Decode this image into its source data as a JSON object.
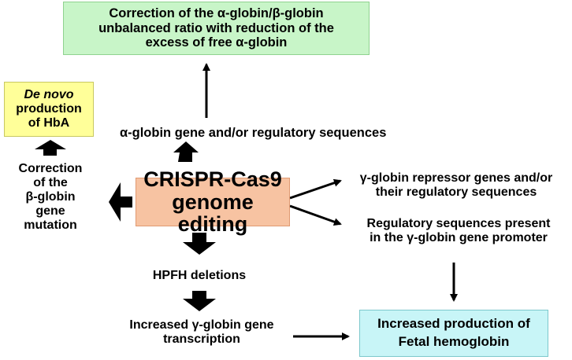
{
  "boxes": {
    "top_outcome": [
      "Correction of the α-globin/β-globin",
      "unbalanced ratio with reduction of the",
      "excess of free α-globin"
    ],
    "de_novo": {
      "line1": "De novo",
      "line2": "production",
      "line3": "of HbA"
    },
    "crispr": [
      "CRISPR-Cas9",
      "genome editing"
    ],
    "fetal": [
      "Increased production of",
      "Fetal hemoglobin"
    ]
  },
  "labels": {
    "alpha_target": "α-globin gene and/or regulatory sequences",
    "beta_correction": [
      "Correction",
      "of the",
      "β-globin",
      "gene",
      "mutation"
    ],
    "repressor": [
      "γ-globin repressor genes and/or",
      "their regulatory sequences"
    ],
    "promoter": [
      "Regulatory sequences present",
      "in the γ-globin gene promoter"
    ],
    "hpfh": "HPFH deletions",
    "transcription": [
      "Increased γ-globin gene",
      "transcription"
    ]
  },
  "colors": {
    "green_box": "#c8f5c8",
    "yellow_box": "#ffff99",
    "crispr_box": "#f7c3a2",
    "fetal_box": "#c8f5f7"
  }
}
